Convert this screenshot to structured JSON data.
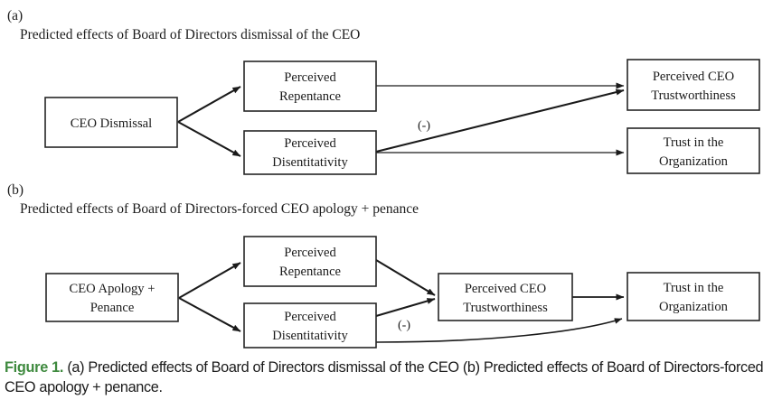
{
  "figure": {
    "panels": [
      {
        "letter": "(a)",
        "subtitle": "Predicted effects of Board of Directors dismissal of the CEO",
        "nodes": [
          {
            "id": "a-cause",
            "label_line1": "CEO Dismissal",
            "label_line2": ""
          },
          {
            "id": "a-med1",
            "label_line1": "Perceived",
            "label_line2": "Repentance"
          },
          {
            "id": "a-med2",
            "label_line1": "Perceived",
            "label_line2": "Disentitativity"
          },
          {
            "id": "a-out1",
            "label_line1": "Perceived CEO",
            "label_line2": "Trustworthiness"
          },
          {
            "id": "a-out2",
            "label_line1": "Trust in the",
            "label_line2": "Organization"
          }
        ],
        "edges": [
          {
            "from": "a-cause",
            "to": "a-med1",
            "sign": ""
          },
          {
            "from": "a-cause",
            "to": "a-med2",
            "sign": ""
          },
          {
            "from": "a-med1",
            "to": "a-out1",
            "sign": ""
          },
          {
            "from": "a-med2",
            "to": "a-out1",
            "sign": "(-)"
          },
          {
            "from": "a-med2",
            "to": "a-out2",
            "sign": ""
          }
        ]
      },
      {
        "letter": "(b)",
        "subtitle": "Predicted effects of Board of Directors-forced CEO apology + penance",
        "nodes": [
          {
            "id": "b-cause",
            "label_line1": "CEO Apology +",
            "label_line2": "Penance"
          },
          {
            "id": "b-med1",
            "label_line1": "Perceived",
            "label_line2": "Repentance"
          },
          {
            "id": "b-med2",
            "label_line1": "Perceived",
            "label_line2": "Disentitativity"
          },
          {
            "id": "b-mid",
            "label_line1": "Perceived CEO",
            "label_line2": "Trustworthiness"
          },
          {
            "id": "b-out",
            "label_line1": "Trust in the",
            "label_line2": "Organization"
          }
        ],
        "edges": [
          {
            "from": "b-cause",
            "to": "b-med1",
            "sign": ""
          },
          {
            "from": "b-cause",
            "to": "b-med2",
            "sign": ""
          },
          {
            "from": "b-med1",
            "to": "b-mid",
            "sign": ""
          },
          {
            "from": "b-med2",
            "to": "b-mid",
            "sign": "(-)"
          },
          {
            "from": "b-mid",
            "to": "b-out",
            "sign": ""
          },
          {
            "from": "b-med2",
            "to": "b-out",
            "sign": ""
          }
        ]
      }
    ],
    "sign_labels": {
      "panel_a_negative": "(-)",
      "panel_b_negative": "(-)"
    },
    "colors": {
      "box_stroke": "#262626",
      "box_fill": "#ffffff",
      "arrow": "#1a1a1a",
      "text": "#1a1a1a",
      "caption_accent": "#3f8a3f",
      "page_background": "#ffffff"
    }
  },
  "caption": {
    "label": "Figure 1.",
    "text": " (a) Predicted effects of Board of Directors dismissal of the CEO (b) Predicted effects of Board of Directors-forced CEO apology + penance."
  }
}
